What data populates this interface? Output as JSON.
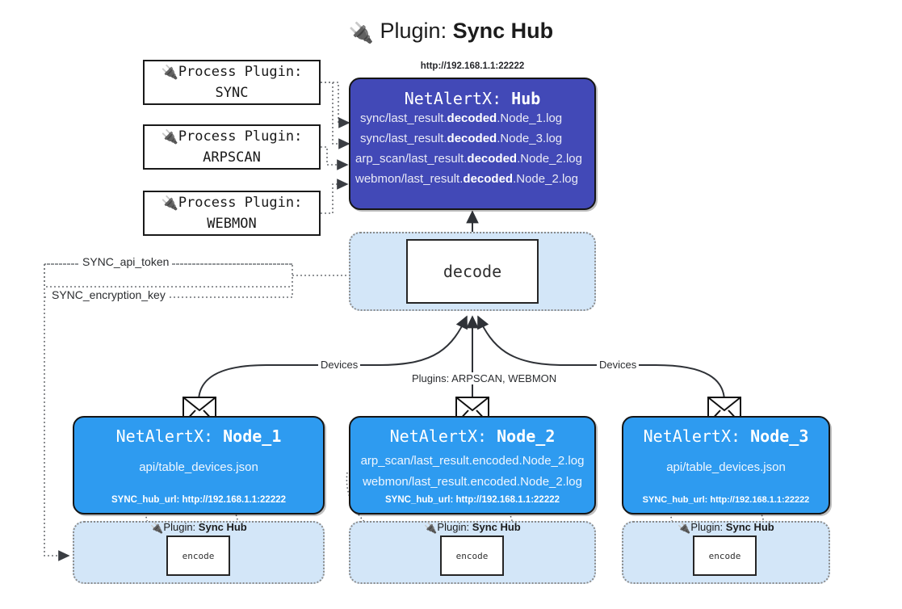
{
  "page": {
    "title_prefix": "Plugin:",
    "title_main": "Sync Hub",
    "plug_icon": "🔌"
  },
  "process_plugins": [
    {
      "line1": "Process Plugin:",
      "line2": "SYNC"
    },
    {
      "line1": "Process Plugin:",
      "line2": "ARPSCAN"
    },
    {
      "line1": "Process Plugin:",
      "line2": "WEBMON"
    }
  ],
  "hub": {
    "url": "http://192.168.1.1:22222",
    "title_prefix": "NetAlertX:",
    "title_name": "Hub",
    "log_lines": [
      {
        "pre": "sync/last_result.",
        "em": "decoded",
        "post": ".Node_1.log"
      },
      {
        "pre": "sync/last_result.",
        "em": "decoded",
        "post": ".Node_3.log"
      },
      {
        "pre": "arp_scan/last_result.",
        "em": "decoded",
        "post": ".Node_2.log"
      },
      {
        "pre": "webmon/last_result.",
        "em": "decoded",
        "post": ".Node_2.log"
      }
    ]
  },
  "decode": {
    "label": "decode"
  },
  "settings": {
    "api_token": "SYNC_api_token",
    "encryption_key": "SYNC_encryption_key"
  },
  "edge_labels": {
    "devices_left": "Devices",
    "devices_right": "Devices",
    "plugins_center": "Plugins: ARPSCAN, WEBMON"
  },
  "nodes": [
    {
      "title_prefix": "NetAlertX:",
      "title_name": "Node_1",
      "lines": [
        "api/table_devices.json"
      ],
      "hub_url_label": "SYNC_hub_url: http://192.168.1.1:22222",
      "plugin_caption_prefix": "Plugin:",
      "plugin_caption_name": "Sync Hub",
      "encode_label": "encode"
    },
    {
      "title_prefix": "NetAlertX:",
      "title_name": "Node_2",
      "lines": [
        "arp_scan/last_result.encoded.Node_2.log",
        "webmon/last_result.encoded.Node_2.log"
      ],
      "hub_url_label": "SYNC_hub_url: http://192.168.1.1:22222",
      "plugin_caption_prefix": "Plugin:",
      "plugin_caption_name": "Sync Hub",
      "encode_label": "encode"
    },
    {
      "title_prefix": "NetAlertX:",
      "title_name": "Node_3",
      "lines": [
        "api/table_devices.json"
      ],
      "hub_url_label": "SYNC_hub_url: http://192.168.1.1:22222",
      "plugin_caption_prefix": "Plugin:",
      "plugin_caption_name": "Sync Hub",
      "encode_label": "encode"
    }
  ],
  "colors": {
    "hub_fill": "#4249b7",
    "node_fill": "#2e9bf0",
    "container_fill": "#d3e6f8",
    "stroke": "#151515",
    "dotted": "#8b8b8b"
  }
}
